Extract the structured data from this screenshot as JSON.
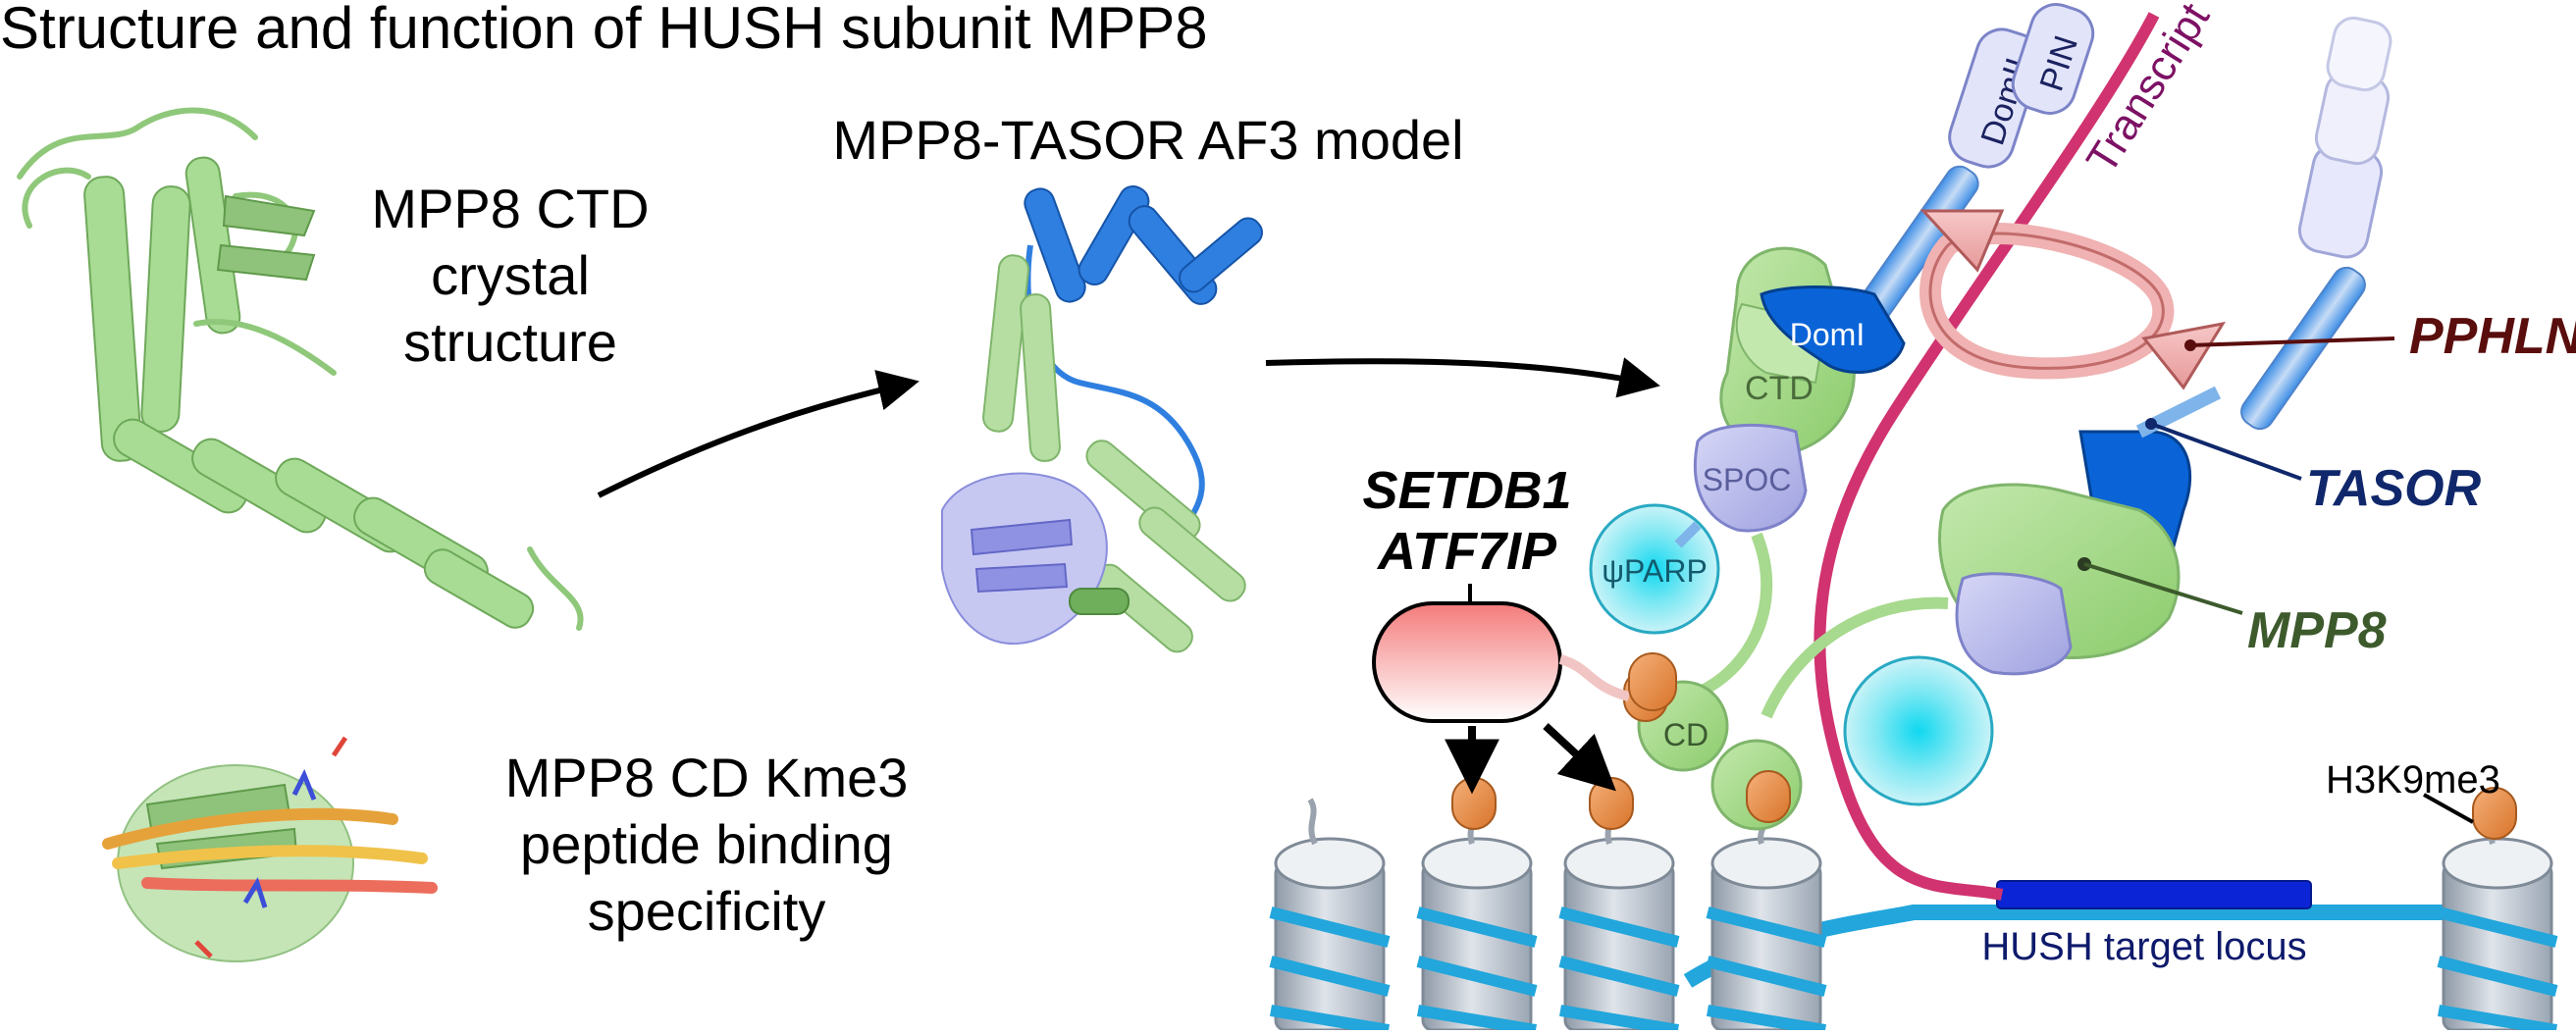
{
  "title": "Structure and function of HUSH subunit MPP8",
  "panels": {
    "ctd": {
      "lines": [
        "MPP8 CTD",
        "crystal",
        "structure"
      ]
    },
    "af3": {
      "label": "MPP8-TASOR AF3 model"
    },
    "cd": {
      "lines": [
        "MPP8 CD Kme3",
        "peptide binding",
        "specificity"
      ]
    }
  },
  "schematic": {
    "domains": {
      "domII": "DomII",
      "pin": "PIN",
      "domI": "DomI",
      "ctd": "CTD",
      "spoc": "SPOC",
      "psiparp": "ψPARP",
      "cd": "CD"
    },
    "labels": {
      "transcript": "Transcript",
      "pphln": "PPHLN",
      "tasor": "TASOR",
      "mpp8": "MPP8",
      "setdb1": "SETDB1",
      "atf7ip": "ATF7IP",
      "h3k9me3": "H3K9me3",
      "locus": "HUSH target locus"
    },
    "colors": {
      "tasor_dark": "#0a64d8",
      "tasor_light": "#7fb4ea",
      "mpp8_green": "#a7d98e",
      "spoc_lavender": "#b8b9ec",
      "pphln_pink": "#f0b2b2",
      "transcript": "#d0336f",
      "parp_cyan": "#25d6e8",
      "dna_blue": "#22a6dc",
      "mark_orange": "#e58a3c",
      "locus_bar": "#0b25d6"
    }
  }
}
